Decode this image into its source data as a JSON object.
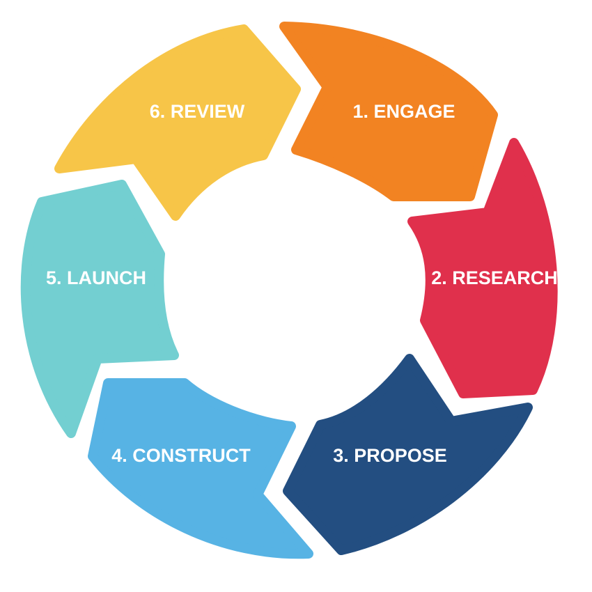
{
  "stages": [
    {
      "label": "1. ENGAGE",
      "color": "#F28322"
    },
    {
      "label": "2. RESEARCH",
      "color": "#E0304C"
    },
    {
      "label": "3. PROPOSE",
      "color": "#234E81"
    },
    {
      "label": "4. CONSTRUCT",
      "color": "#57B3E4"
    },
    {
      "label": "5. LAUNCH",
      "color": "#73CFD1"
    },
    {
      "label": "6. REVIEW",
      "color": "#F7C548"
    }
  ]
}
